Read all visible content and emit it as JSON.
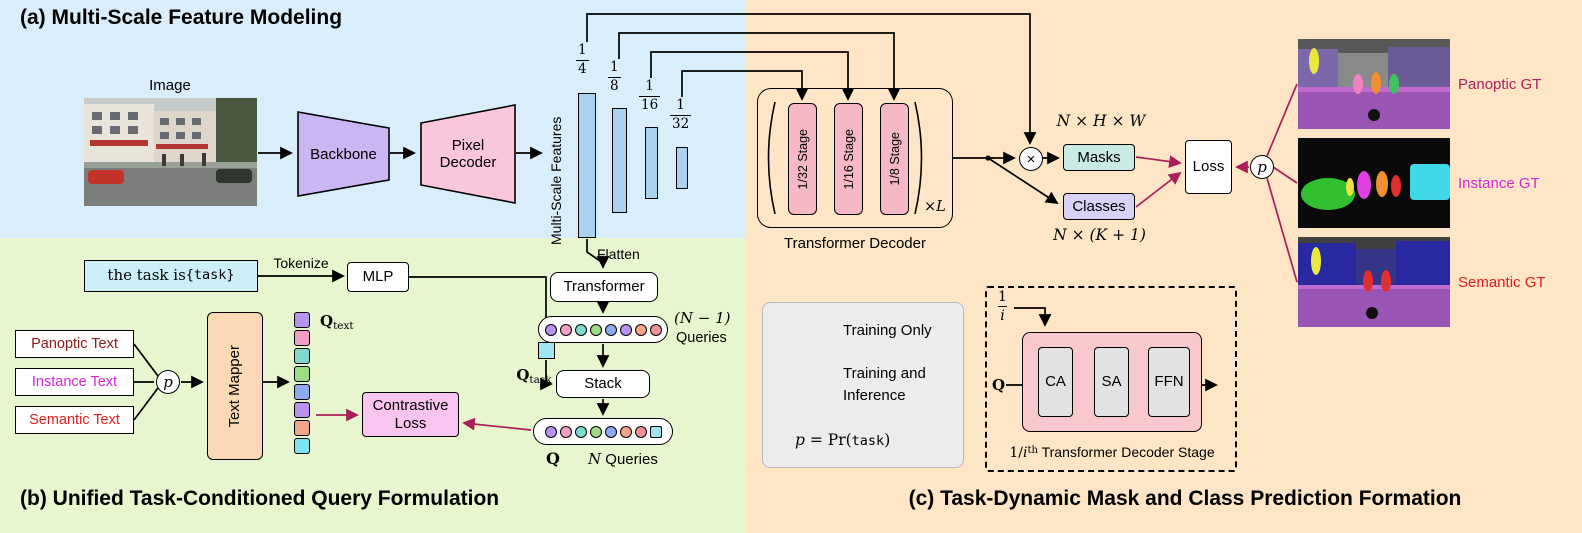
{
  "palette": {
    "section_a_bg": "#d9edfb",
    "section_b_bg": "#e8f6cf",
    "section_c_bg": "#fde5c6",
    "training_only": "#a81e5a",
    "backbone_fill": "#c9b6f2",
    "pixel_decoder_fill": "#f9c6dc",
    "feature_bar_fill": "#a9d2f1",
    "stage_fill": "#f5b8c4",
    "masks_fill": "#c9ebe4",
    "classes_fill": "#d9d2f6",
    "task_prompt_fill": "#cdeffa",
    "q_task_fill": "#9fe6f2",
    "text_mapper_fill": "#fbd9b4",
    "contrastive_fill": "#f9c4ee",
    "stage_detail_fill": "#f8c8cc",
    "block_fill": "#e2e2e2",
    "legend_bg": "#ececec",
    "panoptic_text_color": "#8b1a1a",
    "instance_text_color": "#d428d4",
    "semantic_text_color": "#e02020",
    "panoptic_gt_color": "#b01e5a",
    "instance_gt_color": "#d428d4",
    "semantic_gt_color": "#e02020"
  },
  "titles": {
    "a": "(a) Multi-Scale Feature Modeling",
    "b": "(b) Unified Task-Conditioned Query Formulation",
    "c": "(c) Task-Dynamic Mask and Class Prediction Formation"
  },
  "feature_pipeline": {
    "image_label": "Image",
    "backbone": "Backbone",
    "pixel_decoder": "Pixel Decoder",
    "multiscale_features": "Multi-Scale Features",
    "flatten": "Flatten",
    "scales": [
      {
        "num": "1",
        "den": "4"
      },
      {
        "num": "1",
        "den": "8"
      },
      {
        "num": "1",
        "den": "16"
      },
      {
        "num": "1",
        "den": "32"
      }
    ]
  },
  "transformer_decoder": {
    "stages": [
      "1/32 Stage",
      "1/16 Stage",
      "1/8 Stage"
    ],
    "repeat": "×L",
    "label": "Transformer Decoder",
    "multiply": "×"
  },
  "prediction": {
    "masks_dim": "N × H × W",
    "masks": "Masks",
    "classes": "Classes",
    "classes_dim": "N × (K + 1)",
    "loss": "Loss",
    "p": "p"
  },
  "ground_truth": {
    "panoptic": "Panoptic GT",
    "instance": "Instance GT",
    "semantic": "Semantic GT"
  },
  "task_query": {
    "prompt_prefix": "the task is ",
    "prompt_task": "{task}",
    "tokenize": "Tokenize",
    "mlp": "MLP",
    "q_base": "Q",
    "q_task_sub": "task",
    "transformer": "Transformer",
    "n_minus_one": "(N − 1)",
    "queries_word": "Queries",
    "stack": "Stack",
    "n_sym": "N",
    "row_top_colors": [
      "#b793ef",
      "#f29ec6",
      "#7fd9cf",
      "#9edc84",
      "#8fa9f2",
      "#b793ef",
      "#f2a589",
      "#ee8f9a"
    ],
    "row_bottom_colors": [
      "#b793ef",
      "#f29ec6",
      "#7fd9cf",
      "#9edc84",
      "#8fa9f2",
      "#f2a589",
      "#ee8f9a"
    ]
  },
  "text_query": {
    "panoptic": "Panoptic Text",
    "instance": "Instance Text",
    "semantic": "Semantic Text",
    "p": "p",
    "text_mapper": "Text Mapper",
    "q_base": "Q",
    "q_text_sub": "text",
    "q_text_colors": [
      "#b793ef",
      "#f29ec6",
      "#7fd9cf",
      "#9edc84",
      "#8fa9f2",
      "#b793ef",
      "#f2a589",
      "#7fe3ef"
    ],
    "contrastive_line1": "Contrastive",
    "contrastive_line2": "Loss"
  },
  "legend": {
    "training_only": "Training Only",
    "training_and": "Training and",
    "inference": "Inference",
    "p_sym": "p",
    "eq": " = Pr(",
    "task": "task",
    "close": ")"
  },
  "stage_detail": {
    "frac_num": "1",
    "frac_den": "i",
    "q_in": "Q",
    "blocks": [
      "CA",
      "SA",
      "FFN"
    ],
    "caption_pre": "1/",
    "caption_i": "i",
    "caption_sup": "th",
    "caption_rest": " Transformer Decoder Stage"
  }
}
